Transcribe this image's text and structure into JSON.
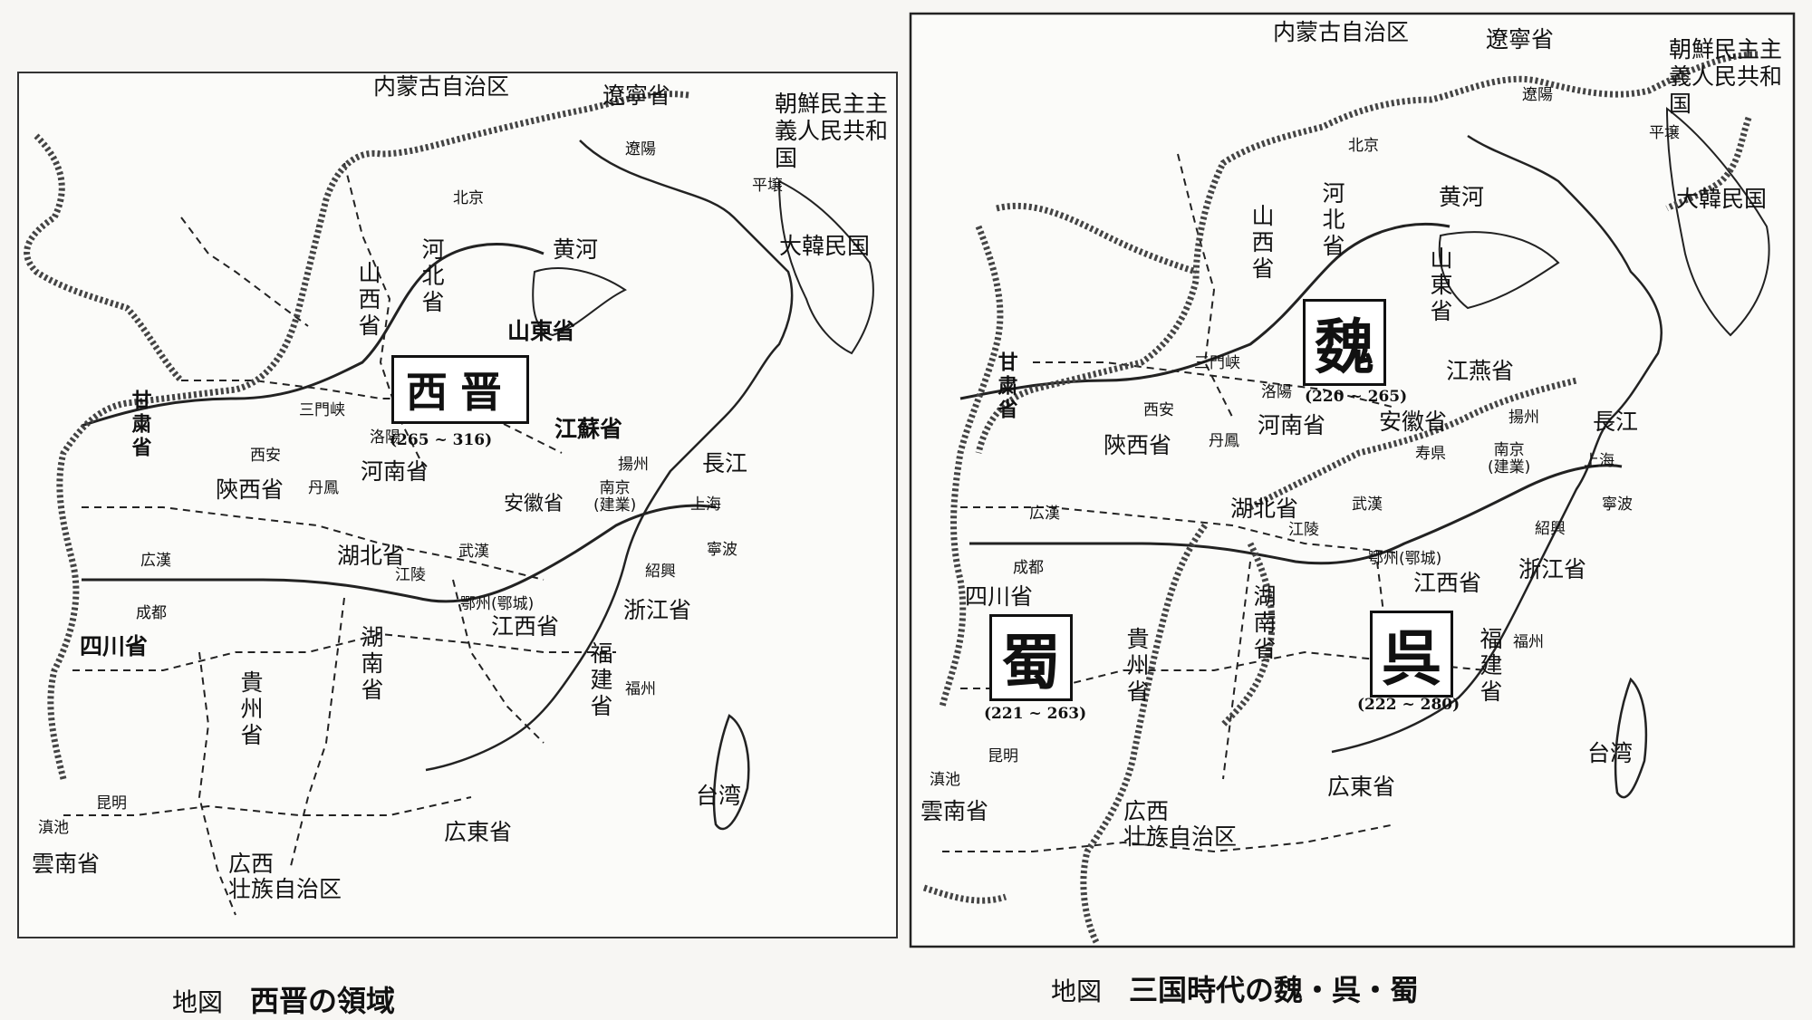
{
  "left_map": {
    "dynasty": "西晋",
    "period": "(265 ~ 316)",
    "regions": {
      "inner_mongolia": "内蒙古自治区",
      "liaoning": "遼寧省",
      "dprk": "朝鮮民主主義人民共和国",
      "rok": "大韓民国",
      "yellow_river": "黄河",
      "shanxi": "山西省",
      "hebei": "河北省",
      "shandong": "山東省",
      "jiangsu": "江蘇省",
      "gansu": "甘粛省",
      "shaanxi": "陝西省",
      "henan": "河南省",
      "anhui": "安徽省",
      "yangtze": "長江",
      "hubei": "湖北省",
      "sichuan": "四川省",
      "hunan": "湖南省",
      "jiangxi": "江西省",
      "zhejiang": "浙江省",
      "guizhou": "貴州省",
      "fujian": "福建省",
      "taiwan": "台湾",
      "guangdong": "広東省",
      "guangxi": "広西\n壮族自治区",
      "yunnan": "雲南省"
    },
    "cities": {
      "beijing": "北京",
      "liaoyang": "遼陽",
      "pyongyang": "平壌",
      "sanmenxia": "三門峡",
      "luoyang": "洛陽",
      "xian": "西安",
      "fengxiang": "丹鳳",
      "yangzhou": "揚州",
      "nanjing": "南京\n(建業)",
      "shanghai": "上海",
      "ningbo": "寧波",
      "shaoxing": "紹興",
      "wuhan": "武漢",
      "jiangling": "江陵",
      "ezhou": "鄂州(鄂城)",
      "guanghan": "広漢",
      "chengdu": "成都",
      "fuzhou": "福州",
      "kunming": "昆明",
      "dianchi": "滇池"
    },
    "caption_prefix": "地図",
    "caption_title": "西晋の領域"
  },
  "right_map": {
    "states": {
      "wei": "魏",
      "wei_period": "(220 ~ 265)",
      "shu": "蜀",
      "shu_period": "(221 ~ 263)",
      "wu": "呉",
      "wu_period": "(222 ~ 280)"
    },
    "regions": {
      "inner_mongolia": "内蒙古自治区",
      "liaoning": "遼寧省",
      "dprk": "朝鮮民主主義人民共和国",
      "rok": "大韓民国",
      "yellow_river": "黄河",
      "shanxi": "山西省",
      "hebei": "河北省",
      "shandong": "山東省",
      "jiangsu": "江燕省",
      "gansu": "甘粛省",
      "shaanxi": "陝西省",
      "henan": "河南省",
      "anhui": "安徽省",
      "yangtze": "長江",
      "hubei": "湖北省",
      "sichuan": "四川省",
      "hunan": "湖南省",
      "jiangxi": "江西省",
      "zhejiang": "浙江省",
      "guizhou": "貴州省",
      "fujian": "福建省",
      "taiwan": "台湾",
      "guangdong": "広東省",
      "guangxi": "広西\n壮族自治区",
      "yunnan": "雲南省"
    },
    "cities": {
      "beijing": "北京",
      "liaoyang": "遼陽",
      "pyongyang": "平壌",
      "sanmenxia": "三門峡",
      "luoyang": "洛陽",
      "xian": "西安",
      "fengxiang": "丹鳳",
      "yangzhou": "揚州",
      "shouxian": "寿県",
      "nanjing": "南京\n(建業)",
      "shanghai": "上海",
      "ningbo": "寧波",
      "shaoxing": "紹興",
      "wuhan": "武漢",
      "jiangling": "江陵",
      "ezhou": "鄂州(鄂城)",
      "guanghan": "広漢",
      "chengdu": "成都",
      "fuzhou": "福州",
      "kunming": "昆明",
      "dianchi": "滇池"
    },
    "caption_prefix": "地図",
    "caption_title": "三国時代の魏・呉・蜀"
  }
}
